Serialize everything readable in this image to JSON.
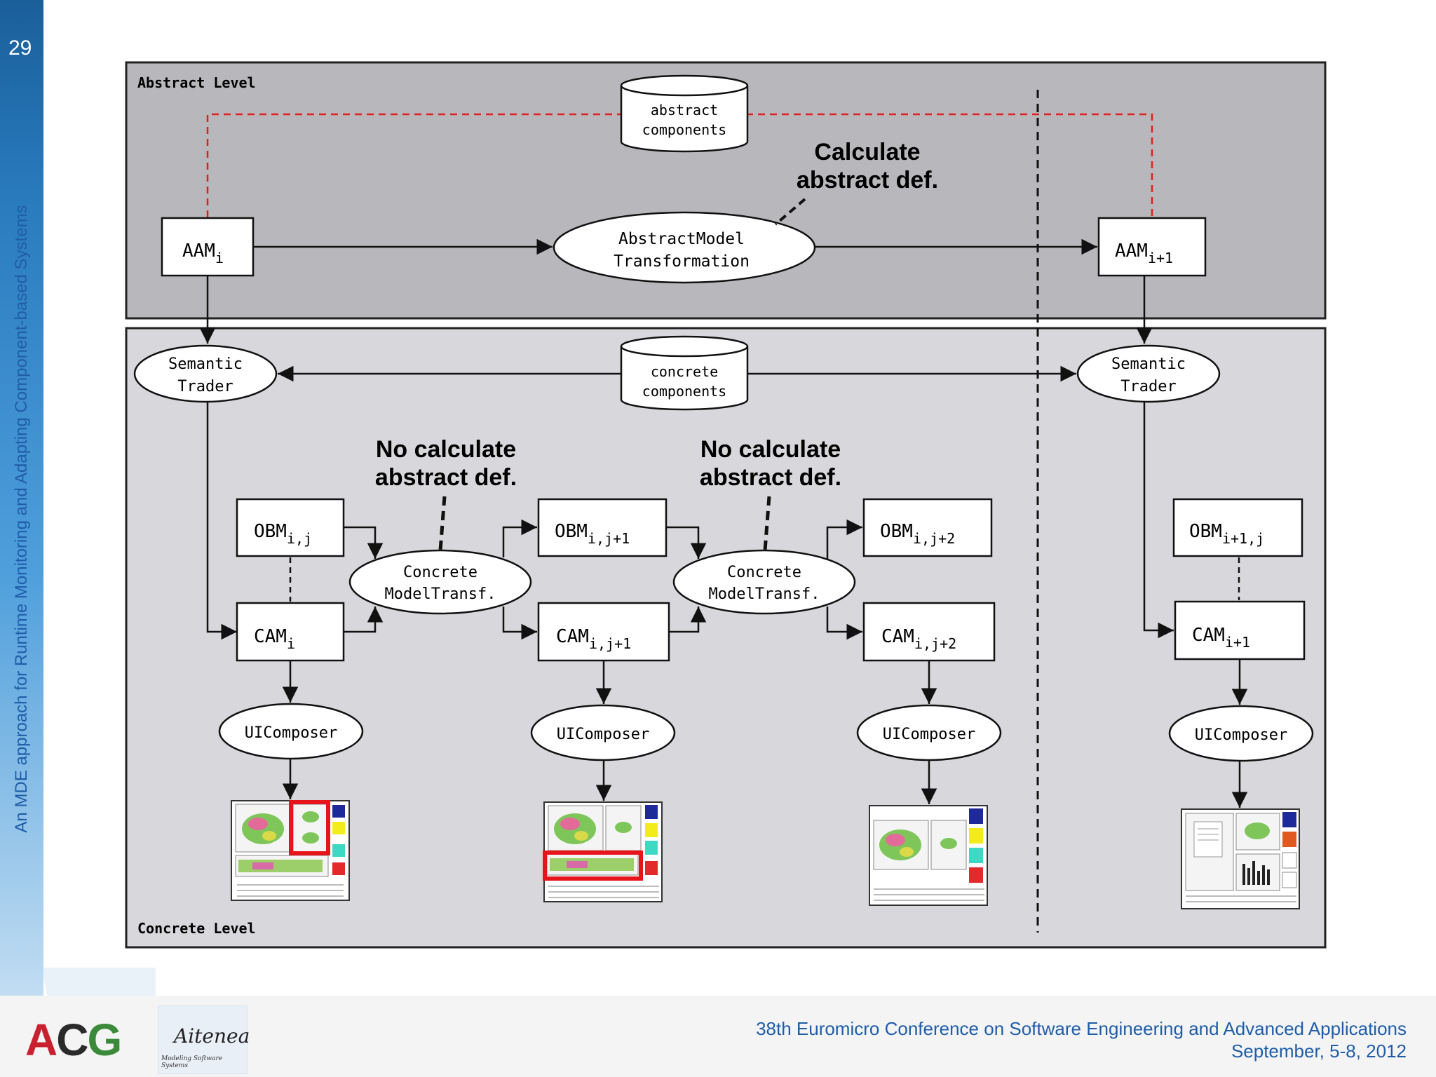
{
  "slide": {
    "number": "29",
    "vertical_title": "An MDE approach for Runtime Monitoring and Adapting Component-based Systems"
  },
  "footer": {
    "line1": "38th Euromicro Conference on Software Engineering and Advanced Applications",
    "line2": "September, 5-8, 2012"
  },
  "logos": {
    "acg": [
      "A",
      "C",
      "G"
    ],
    "aitenea_name": "Aitenea",
    "aitenea_tagline": "Modeling Software Systems"
  },
  "diagram": {
    "abstract_level": "Abstract Level",
    "concrete_level": "Concrete Level",
    "abstract_components": [
      "abstract",
      "components"
    ],
    "concrete_components": [
      "concrete",
      "components"
    ],
    "aam_left": {
      "base": "AAM",
      "sub": "i"
    },
    "aam_right": {
      "base": "AAM",
      "sub": "i+1"
    },
    "amt": [
      "AbstractModel",
      "Transformation"
    ],
    "calc_note": [
      "Calculate",
      "abstract def."
    ],
    "no_calc_note": [
      "No calculate",
      "abstract def."
    ],
    "semantic_trader": [
      "Semantic",
      "Trader"
    ],
    "concrete_transf": [
      "Concrete",
      "ModelTransf."
    ],
    "ui_composer": "UIComposer",
    "obm1": {
      "base": "OBM",
      "sub": "i,j"
    },
    "obm2": {
      "base": "OBM",
      "sub": "i,j+1"
    },
    "obm3": {
      "base": "OBM",
      "sub": "i,j+2"
    },
    "obm4": {
      "base": "OBM",
      "sub": "i+1,j"
    },
    "cam1": {
      "base": "CAM",
      "sub": "i"
    },
    "cam2": {
      "base": "CAM",
      "sub": "i,j+1"
    },
    "cam3": {
      "base": "CAM",
      "sub": "i,j+2"
    },
    "cam4": {
      "base": "CAM",
      "sub": "i+1"
    }
  },
  "colors": {
    "abstract_bg": "#b8b7bb",
    "concrete_bg": "#d8d7db",
    "red_dash": "#e02020",
    "highlight": "#e8141c",
    "swatch": [
      "#1f2a9a",
      "#f4ec1a",
      "#3ed9c4",
      "#e22a2a",
      "#e05a20"
    ]
  }
}
